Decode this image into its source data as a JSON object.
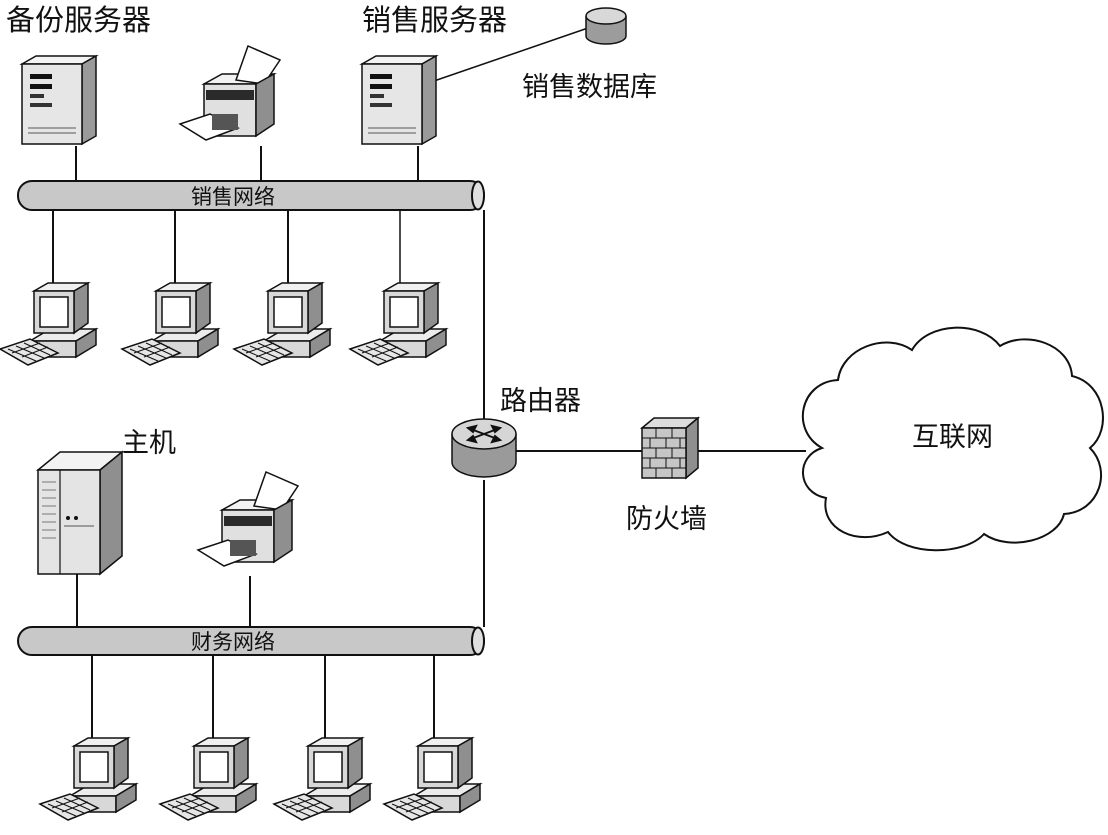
{
  "diagram": {
    "labels": {
      "backup_server": "备份服务器",
      "sales_server": "销售服务器",
      "sales_db": "销售数据库",
      "sales_network": "销售网络",
      "router": "路由器",
      "host": "主机",
      "firewall": "防火墙",
      "internet": "互联网",
      "finance_network": "财务网络"
    },
    "icons": [
      "tower-server-icon",
      "printer-icon",
      "database-cylinder-icon",
      "desktop-computer-icon",
      "router-icon",
      "firewall-brick-icon",
      "cloud-icon",
      "mainframe-host-icon"
    ],
    "colors": {
      "bus_fill": "#c8c8c8",
      "device_fill": "#e6e6e6",
      "device_shade": "#9a9a9a",
      "line": "#111111"
    }
  }
}
